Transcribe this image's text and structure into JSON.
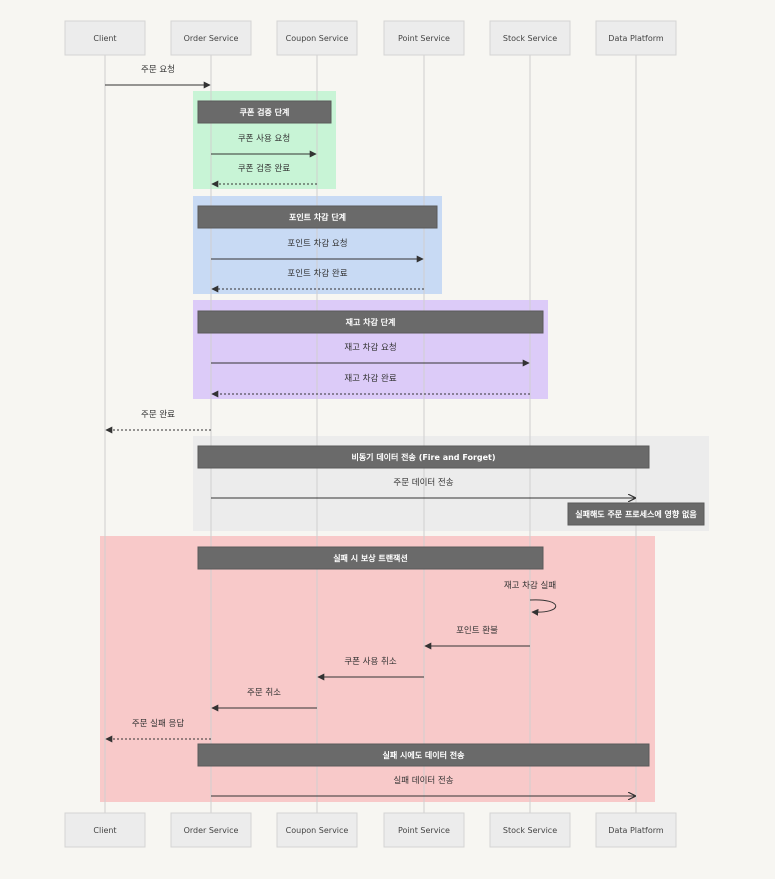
{
  "actors": [
    "Client",
    "Order Service",
    "Coupon Service",
    "Point Service",
    "Stock Service",
    "Data Platform"
  ],
  "colors": {
    "coupon_group": "#c8f4d6",
    "point_group": "#c8daf4",
    "stock_group": "#dccbf8",
    "async_group": "#ececec",
    "fail_group": "#f8c9c9",
    "note": "#6a6a6a"
  },
  "messages": [
    {
      "label": "주문 요청",
      "from": 0,
      "to": 1,
      "style": "solid"
    },
    {
      "label": "쿠폰 사용 요청",
      "from": 1,
      "to": 2,
      "style": "solid"
    },
    {
      "label": "쿠폰 검증 완료",
      "from": 2,
      "to": 1,
      "style": "dashed"
    },
    {
      "label": "포인트 차감 요청",
      "from": 1,
      "to": 3,
      "style": "solid"
    },
    {
      "label": "포인트 차감 완료",
      "from": 3,
      "to": 1,
      "style": "dashed"
    },
    {
      "label": "재고 차감 요청",
      "from": 1,
      "to": 4,
      "style": "solid"
    },
    {
      "label": "재고 차감 완료",
      "from": 4,
      "to": 1,
      "style": "dashed"
    },
    {
      "label": "주문 완료",
      "from": 1,
      "to": 0,
      "style": "dashed"
    },
    {
      "label": "주문 데이터 전송",
      "from": 1,
      "to": 5,
      "style": "solid"
    },
    {
      "label": "재고 차감 실패",
      "from": 4,
      "to": 4,
      "style": "self"
    },
    {
      "label": "포인트 환불",
      "from": 4,
      "to": 3,
      "style": "solid"
    },
    {
      "label": "쿠폰 사용 취소",
      "from": 3,
      "to": 2,
      "style": "solid"
    },
    {
      "label": "주문 취소",
      "from": 2,
      "to": 1,
      "style": "solid"
    },
    {
      "label": "주문 실패 응답",
      "from": 1,
      "to": 0,
      "style": "dashed"
    },
    {
      "label": "실패 데이터 전송",
      "from": 1,
      "to": 5,
      "style": "solid"
    }
  ],
  "notes": [
    {
      "label": "쿠폰 검증 단계"
    },
    {
      "label": "포인트 차감 단계"
    },
    {
      "label": "재고 차감 단계"
    },
    {
      "label": "비동기 데이터 전송 (Fire and Forget)"
    },
    {
      "label": "실패해도 주문 프로세스에 영향 없음"
    },
    {
      "label": "실패 시 보상 트랜잭션"
    },
    {
      "label": "실패 시에도 데이터 전송"
    }
  ]
}
